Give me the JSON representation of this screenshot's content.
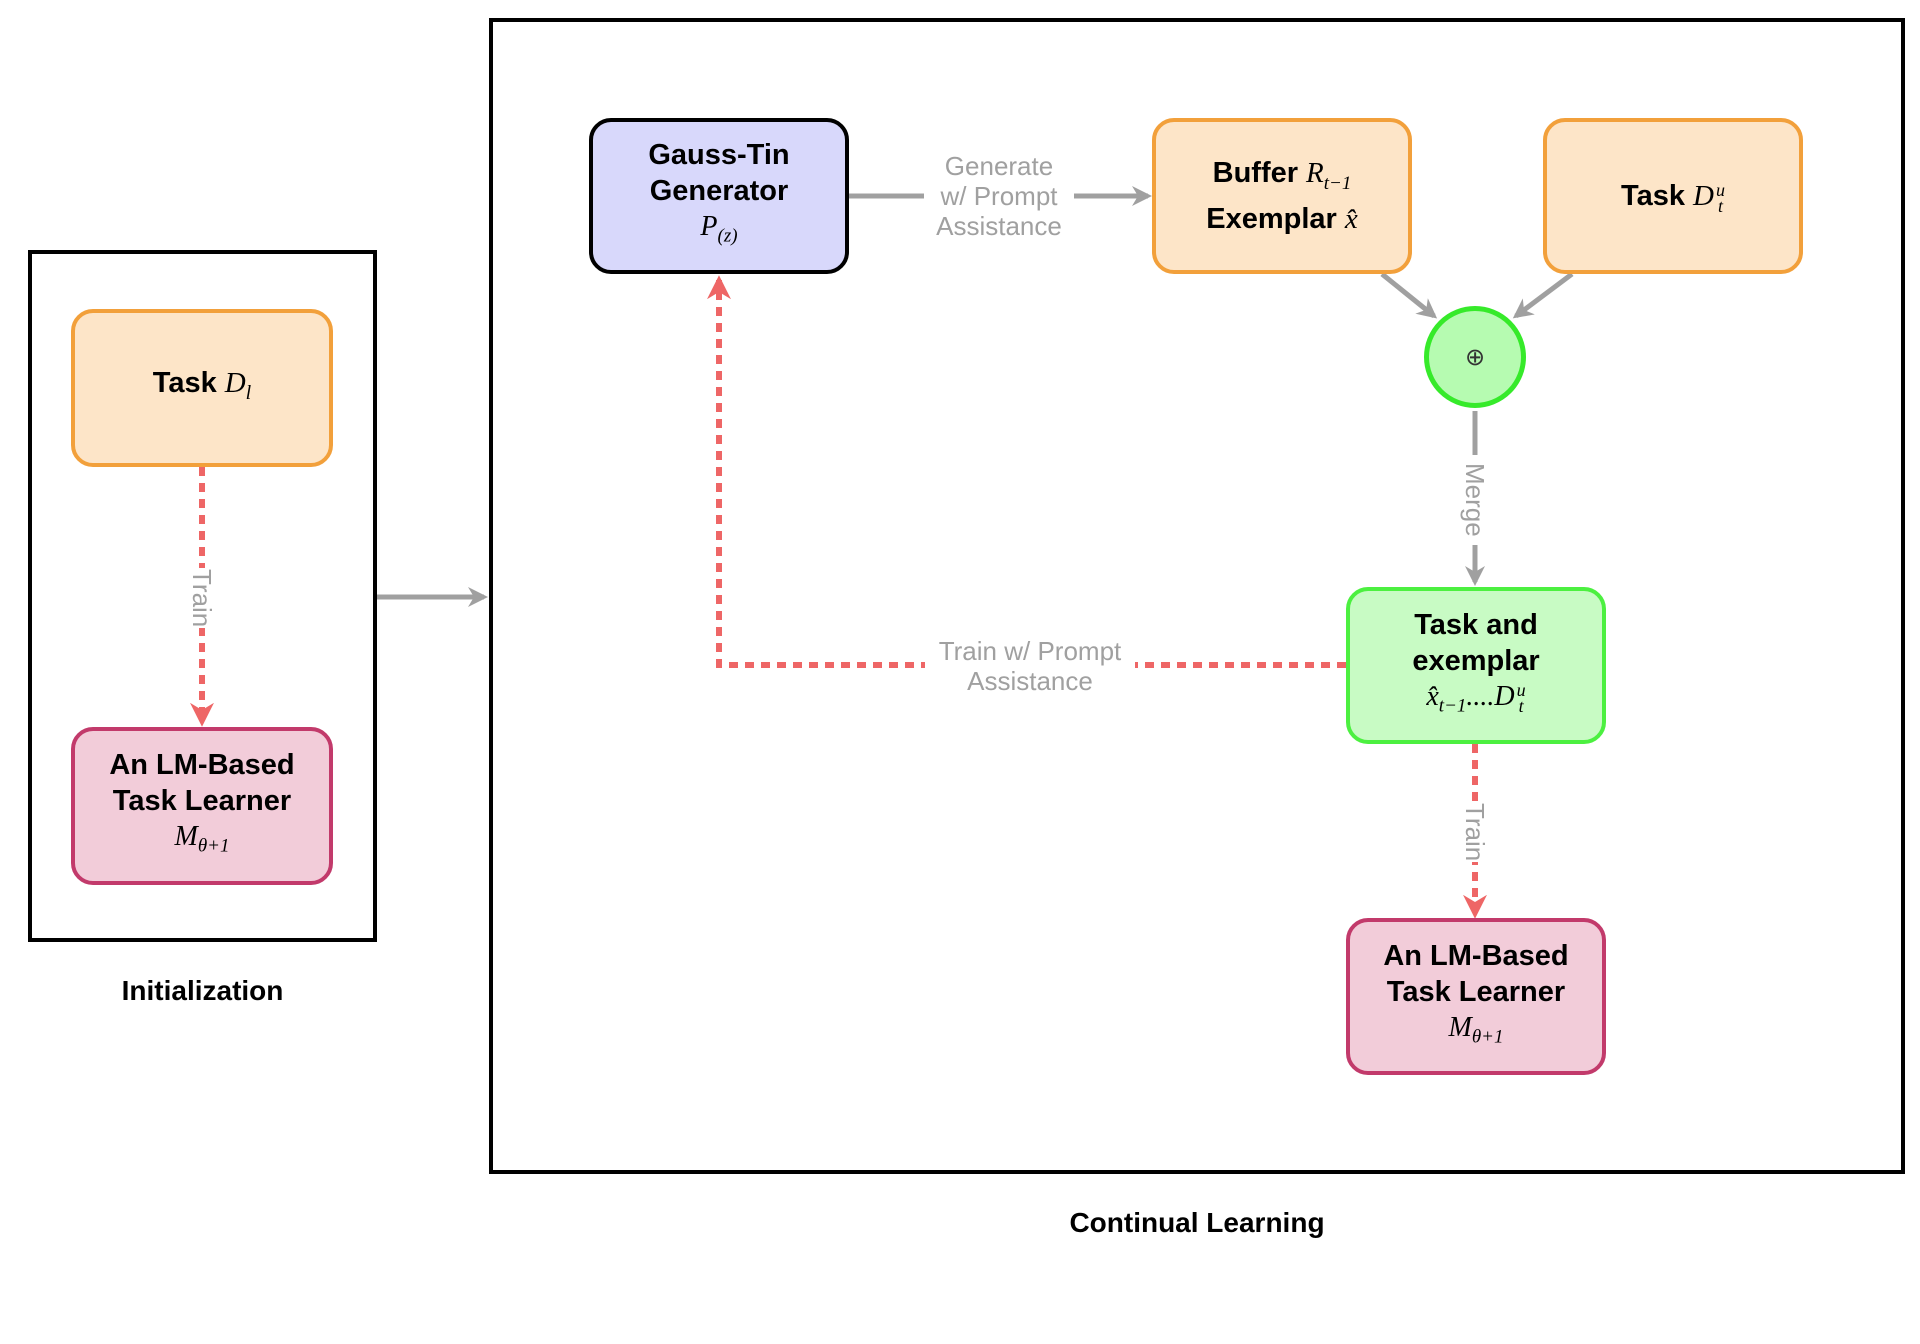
{
  "initialization": {
    "caption": "Initialization",
    "task": {
      "label": "Task",
      "math": "D_l"
    },
    "learner": {
      "line1": "An LM-Based",
      "line2": "Task Learner",
      "math": "M_θ+1"
    },
    "edge_label": "Train"
  },
  "continual": {
    "caption": "Continual Learning",
    "generator": {
      "line1": "Gauss-Tin",
      "line2": "Generator",
      "math": "P_(z)"
    },
    "buffer": {
      "line1_label": "Buffer",
      "line1_math": "R_t−1",
      "line2_label": "Exemplar",
      "line2_math": "x̂"
    },
    "task": {
      "label": "Task",
      "math_base": "D",
      "math_sub": "t",
      "math_sup": "u"
    },
    "merge_symbol": "⊕",
    "merged": {
      "line1": "Task and",
      "line2": "exemplar",
      "math": "x̂_t−1....D_t^u"
    },
    "learner": {
      "line1": "An LM-Based",
      "line2": "Task Learner",
      "math": "M_θ+1"
    },
    "generate_label": [
      "Generate",
      "w/ Prompt",
      "Assistance"
    ],
    "merge_label": "Merge",
    "train_label": "Train",
    "train_prompt_label": [
      "Train w/ Prompt",
      "Assistance"
    ]
  },
  "colors": {
    "task_fill": "#fde5c8",
    "task_border": "#f2a03b",
    "learner_fill": "#f2ccd9",
    "learner_border": "#c23a6b",
    "generator_fill": "#d8d8fb",
    "merged_fill": "#c8fbc4",
    "merged_border": "#4cf040",
    "solid_arrow": "#a0a0a0",
    "train_arrow": "#ee6666"
  }
}
